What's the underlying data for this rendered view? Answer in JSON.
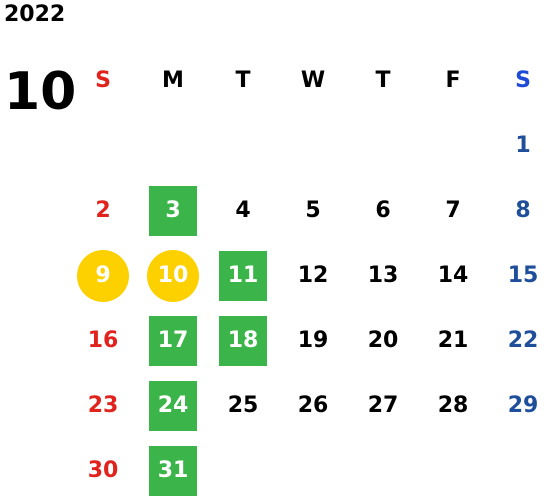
{
  "calendar": {
    "year": "2022",
    "month": "10",
    "weekdays": [
      "S",
      "M",
      "T",
      "W",
      "T",
      "F",
      "S"
    ],
    "highlight_colors": {
      "green": "#3bb54a",
      "yellow": "#fdd000"
    },
    "weekend_colors": {
      "sunday": "#e0231d",
      "saturday": "#1f4e9b"
    },
    "weeks": [
      [
        {
          "day": ""
        },
        {
          "day": ""
        },
        {
          "day": ""
        },
        {
          "day": ""
        },
        {
          "day": ""
        },
        {
          "day": ""
        },
        {
          "day": "1"
        }
      ],
      [
        {
          "day": "2"
        },
        {
          "day": "3",
          "highlight": "green"
        },
        {
          "day": "4"
        },
        {
          "day": "5"
        },
        {
          "day": "6"
        },
        {
          "day": "7"
        },
        {
          "day": "8"
        }
      ],
      [
        {
          "day": "9",
          "highlight": "yellow"
        },
        {
          "day": "10",
          "highlight": "yellow"
        },
        {
          "day": "11",
          "highlight": "green"
        },
        {
          "day": "12"
        },
        {
          "day": "13"
        },
        {
          "day": "14"
        },
        {
          "day": "15"
        }
      ],
      [
        {
          "day": "16"
        },
        {
          "day": "17",
          "highlight": "green"
        },
        {
          "day": "18",
          "highlight": "green"
        },
        {
          "day": "19"
        },
        {
          "day": "20"
        },
        {
          "day": "21"
        },
        {
          "day": "22"
        }
      ],
      [
        {
          "day": "23"
        },
        {
          "day": "24",
          "highlight": "green"
        },
        {
          "day": "25"
        },
        {
          "day": "26"
        },
        {
          "day": "27"
        },
        {
          "day": "28"
        },
        {
          "day": "29"
        }
      ],
      [
        {
          "day": "30"
        },
        {
          "day": "31",
          "highlight": "green"
        },
        {
          "day": ""
        },
        {
          "day": ""
        },
        {
          "day": ""
        },
        {
          "day": ""
        },
        {
          "day": ""
        }
      ]
    ]
  }
}
